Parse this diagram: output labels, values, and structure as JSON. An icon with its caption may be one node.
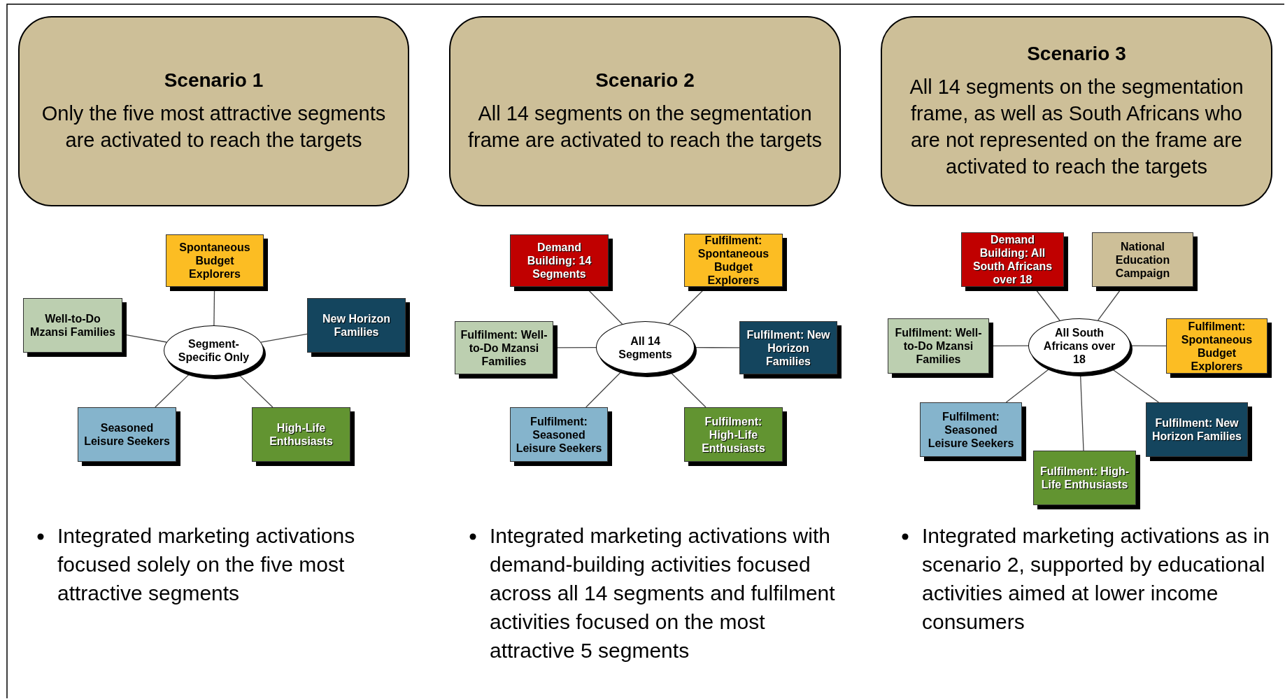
{
  "diagram": {
    "nodes": [
      {
        "text": [
          "Scenario 1",
          "Only the five most attractive segments are activated to reach the targets"
        ]
      },
      {
        "text": [
          "Segment-Specific Only"
        ]
      },
      {
        "text": [
          "Spontaneous Budget Explorers"
        ]
      },
      {
        "text": [
          "Well-to-Do Mzansi Families"
        ]
      },
      {
        "text": [
          "New Horizon Families"
        ]
      },
      {
        "text": [
          "Seasoned Leisure Seekers"
        ]
      },
      {
        "text": [
          "High-Life Enthusiasts"
        ]
      },
      {
        "text": [
          "Scenario 2",
          "All 14 segments on the segmentation frame are activated to reach the targets"
        ]
      },
      {
        "text": [
          "All 14 Segments"
        ]
      },
      {
        "text": [
          "Demand Building: 14 Segments"
        ]
      },
      {
        "text": [
          "Fulfilment: Spontaneous Budget Explorers"
        ]
      },
      {
        "text": [
          "Fulfilment: Well-to-Do Mzansi Families"
        ]
      },
      {
        "text": [
          "Fulfilment: New Horizon Families"
        ]
      },
      {
        "text": [
          "Fulfilment: Seasoned Leisure Seekers"
        ]
      },
      {
        "text": [
          "Fulfilment: High-Life Enthusiasts"
        ]
      },
      {
        "text": [
          "Scenario 3",
          "All 14 segments on the segmentation frame, as well as South Africans who are not represented on the frame are activated to reach the targets"
        ]
      },
      {
        "text": [
          "All South Africans over 18"
        ]
      },
      {
        "text": [
          "Demand Building: All South Africans over 18"
        ]
      },
      {
        "text": [
          "National Education Campaign"
        ]
      },
      {
        "text": [
          "Fulfilment: Well-to-Do Mzansi Families"
        ]
      },
      {
        "text": [
          "Fulfilment: Spontaneous Budget Explorers"
        ]
      },
      {
        "text": [
          "Fulfilment: Seasoned Leisure Seekers"
        ]
      },
      {
        "text": [
          "Fulfilment: New Horizon Families"
        ]
      },
      {
        "text": [
          "Fulfilment: High-Life Enthusiasts"
        ]
      }
    ],
    "edges": [
      {
        "from": 1,
        "to": 2,
        "arrow": "none"
      },
      {
        "from": 1,
        "to": 3,
        "arrow": "none"
      },
      {
        "from": 1,
        "to": 4,
        "arrow": "none"
      },
      {
        "from": 1,
        "to": 5,
        "arrow": "none"
      },
      {
        "from": 1,
        "to": 6,
        "arrow": "none"
      },
      {
        "from": 8,
        "to": 9,
        "arrow": "none"
      },
      {
        "from": 8,
        "to": 10,
        "arrow": "none"
      },
      {
        "from": 8,
        "to": 11,
        "arrow": "none"
      },
      {
        "from": 8,
        "to": 12,
        "arrow": "none"
      },
      {
        "from": 8,
        "to": 13,
        "arrow": "none"
      },
      {
        "from": 8,
        "to": 14,
        "arrow": "none"
      },
      {
        "from": 16,
        "to": 17,
        "arrow": "none"
      },
      {
        "from": 16,
        "to": 18,
        "arrow": "none"
      },
      {
        "from": 16,
        "to": 19,
        "arrow": "none"
      },
      {
        "from": 16,
        "to": 20,
        "arrow": "none"
      },
      {
        "from": 16,
        "to": 21,
        "arrow": "none"
      },
      {
        "from": 16,
        "to": 22,
        "arrow": "none"
      },
      {
        "from": 16,
        "to": 23,
        "arrow": "none"
      }
    ],
    "labels": [
      "Integrated marketing activations focused solely on the five most attractive segments",
      "Integrated marketing activations with demand-building activities focused across all 14 segments and fulfilment activities focused on the most attractive 5 segments",
      "Integrated marketing activations as in scenario 2, supported by educational activities aimed at lower income consumers"
    ]
  }
}
